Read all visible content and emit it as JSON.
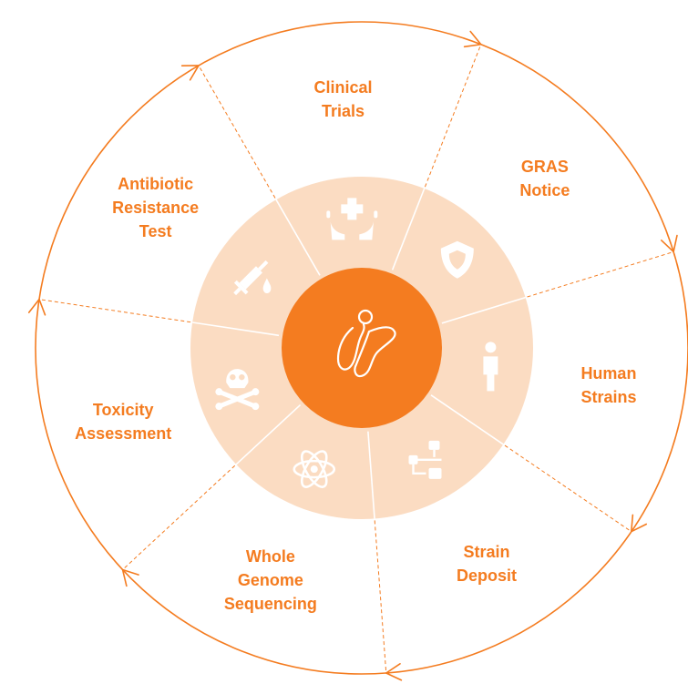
{
  "colors": {
    "accent": "#f47c20",
    "ring_fill": "#fbdcc2",
    "divider": "#ffffff",
    "background": "#ffffff"
  },
  "center_icon": "bacteria-icon",
  "segments": [
    {
      "id": "clinical-trials",
      "lines": [
        "Clinical",
        "Trials"
      ],
      "icon": "hands-medical-cross-icon"
    },
    {
      "id": "gras-notice",
      "lines": [
        "GRAS",
        "Notice"
      ],
      "icon": "shield-icon"
    },
    {
      "id": "human-strains",
      "lines": [
        "Human",
        "Strains"
      ],
      "icon": "person-icon"
    },
    {
      "id": "strain-deposit",
      "lines": [
        "Strain",
        "Deposit"
      ],
      "icon": "flowchart-icon"
    },
    {
      "id": "whole-genome",
      "lines": [
        "Whole",
        "Genome",
        "Sequencing"
      ],
      "icon": "atom-icon"
    },
    {
      "id": "toxicity",
      "lines": [
        "Toxicity",
        "Assessment"
      ],
      "icon": "skull-crossbones-icon"
    },
    {
      "id": "antibiotic",
      "lines": [
        "Antibiotic",
        "Resistance",
        "Test"
      ],
      "icon": "syringe-drop-icon"
    }
  ]
}
